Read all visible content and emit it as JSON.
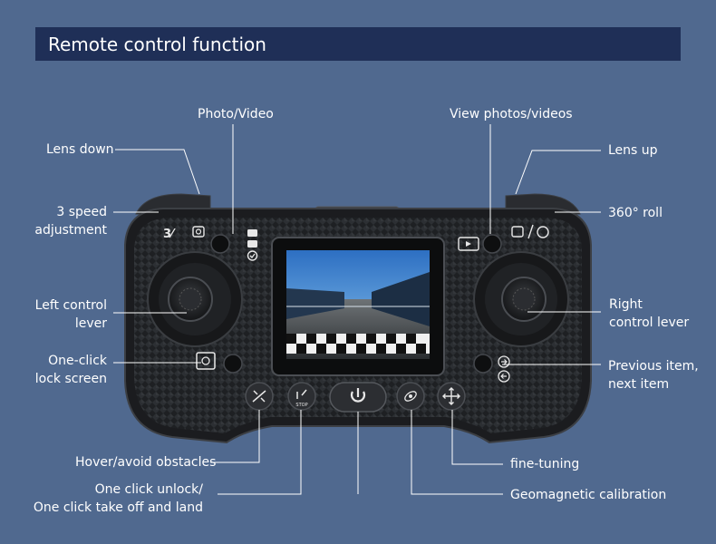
{
  "title": "Remote control function",
  "labels": {
    "photo_video": "Photo/Video",
    "view_photos": "View photos/videos",
    "lens_down": "Lens down",
    "lens_up": "Lens up",
    "speed_adjust_1": "3 speed",
    "speed_adjust_2": "adjustment",
    "roll_360": "360° roll",
    "left_lever_1": "Left control",
    "left_lever_2": "lever",
    "right_lever_1": "Right",
    "right_lever_2": "control lever",
    "lock_screen_1": "One-click",
    "lock_screen_2": "lock screen",
    "prev_next_1": "Previous item,",
    "prev_next_2": "next item",
    "hover": "Hover/avoid obstacles",
    "fine_tuning": "fine-tuning",
    "unlock_1": "One click unlock/",
    "unlock_2": "One click take off and land",
    "geomagnetic": "Geomagnetic calibration"
  },
  "device": {
    "speed_icon_text": "3⁠٦",
    "stop_text": "STOP"
  },
  "colors": {
    "background": "#50698f",
    "title_bar": "#1f2f57",
    "leader_line": "#ffffff",
    "controller_body": "#222427"
  }
}
